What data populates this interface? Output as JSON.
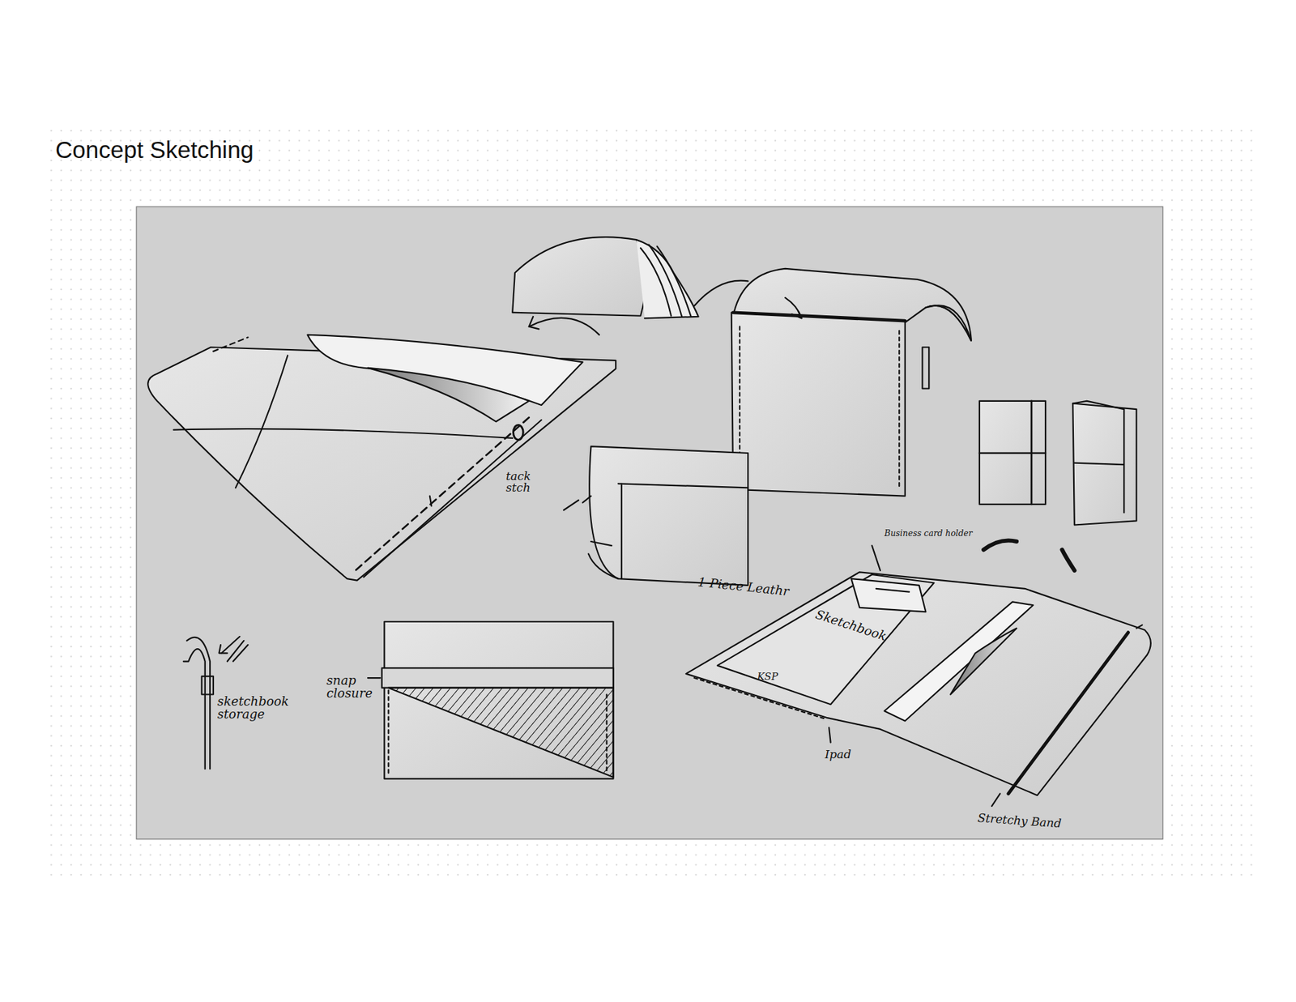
{
  "diagram": {
    "title": "Concept Sketching",
    "labels": [
      "tack stch",
      "1 Piece Leathr",
      "Business card holder",
      "Sketchbook",
      "KSP",
      "Ipad",
      "Stretchy Band",
      "sketchbook storage",
      "snap closure"
    ]
  }
}
